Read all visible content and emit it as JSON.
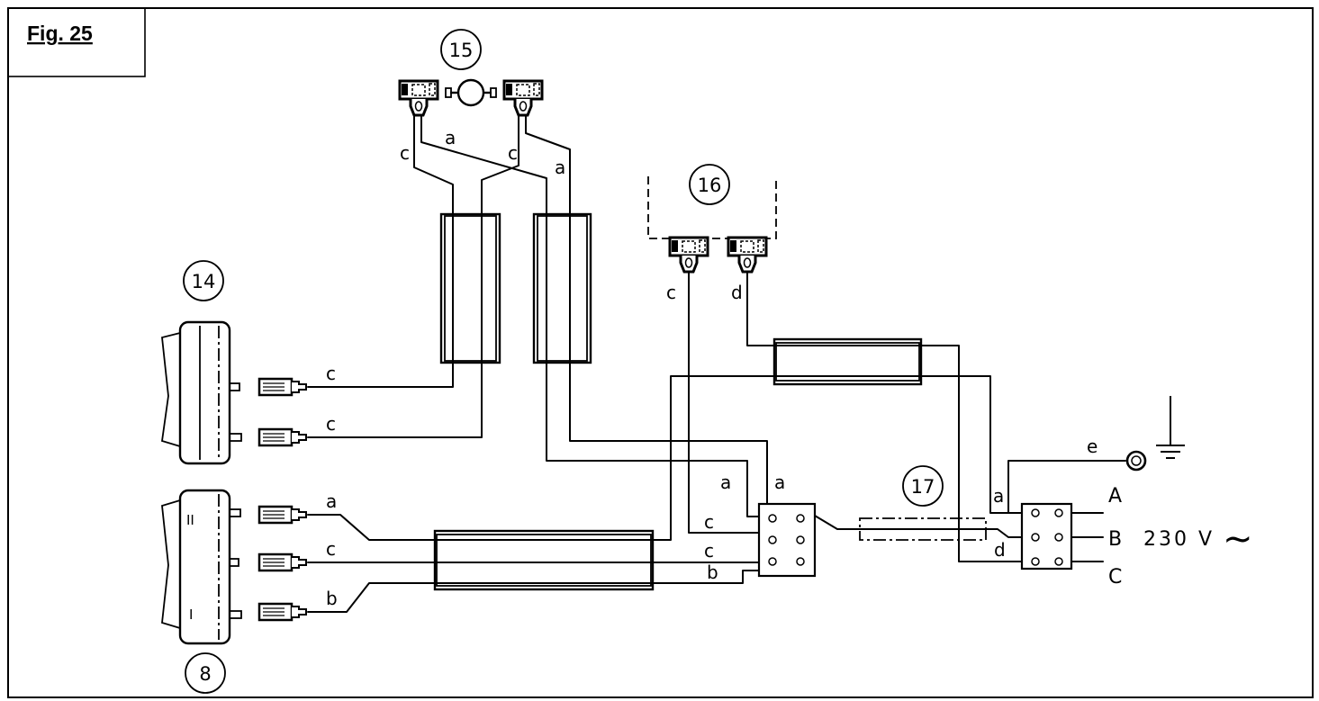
{
  "figure": {
    "label": "Fig. 25"
  },
  "components": {
    "c15": {
      "number": "15"
    },
    "c16": {
      "number": "16"
    },
    "c14": {
      "number": "14"
    },
    "c17": {
      "number": "17"
    },
    "c8": {
      "number": "8",
      "mark_upper": "II",
      "mark_lower": "I"
    }
  },
  "wire_labels": {
    "c15": [
      "c",
      "a",
      "c",
      "a"
    ],
    "c16": [
      "c",
      "d"
    ],
    "c14": [
      "c",
      "c"
    ],
    "c8": [
      "a",
      "c",
      "b"
    ],
    "block_1": [
      "a",
      "a",
      "c",
      "c",
      "b"
    ],
    "block_2": [
      "e",
      "a",
      "d"
    ]
  },
  "supply": {
    "phases": [
      "A",
      "B",
      "C"
    ],
    "voltage": "230 V",
    "ac_symbol": "~"
  },
  "colors": {
    "ink": "#000000",
    "paper": "#ffffff"
  }
}
